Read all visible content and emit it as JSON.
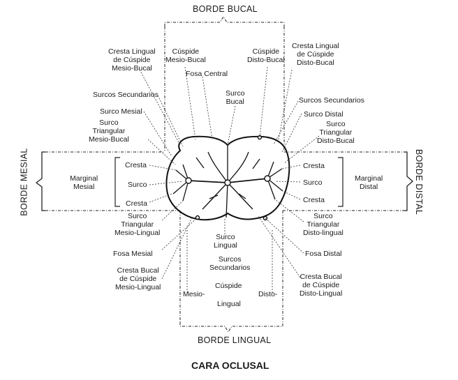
{
  "diagram": {
    "borders": {
      "top": "BORDE BUCAL",
      "bottom": "BORDE LINGUAL",
      "left": "BORDE MESIAL",
      "right": "BORDE DISTAL"
    },
    "caption": "CARA OCLUSAL",
    "labels": {
      "cresta_lingual_mb": "Cresta Lingual\nde Cúspide\nMesio-Bucal",
      "cuspide_mb": "Cúspide\nMesio-Bucal",
      "fosa_central": "Fosa Central",
      "cuspide_db": "Cúspide\nDisto-Bucal",
      "cresta_lingual_db": "Cresta Lingual\nde Cúspide\nDisto-Bucal",
      "surcos_sec_left": "Surcos Secundarios",
      "surco_bucal": "Surco\nBucal",
      "surcos_sec_right": "Surcos Secundarios",
      "surco_mesial": "Surco Mesial",
      "surco_distal": "Surco Distal",
      "surco_tri_mb": "Surco\nTriangular\nMesio-Bucal",
      "surco_tri_db": "Surco\nTriangular\nDisto-Bucal",
      "marginal_mesial": "Marginal\nMesial",
      "marginal_distal": "Marginal\nDistal",
      "cresta_l1": "Cresta",
      "surco_l": "Surco",
      "cresta_l2": "Cresta",
      "cresta_r1": "Cresta",
      "surco_r": "Surco",
      "cresta_r2": "Cresta",
      "surco_tri_ml": "Surco\nTriangular\nMesio-Lingual",
      "surco_tri_dl": "Surco\nTriangular\nDisto-lingual",
      "surco_lingual": "Surco\nLingual",
      "fosa_mesial": "Fosa Mesial",
      "fosa_distal": "Fosa Distal",
      "surcos_sec_bottom": "Surcos\nSecundarios",
      "cresta_bucal_ml": "Cresta Bucal\nde Cúspide\nMesio-Lingual",
      "cresta_bucal_dl": "Cresta Bucal\nde Cúspide\nDisto-Lingual",
      "cuspide_lingual": "Cúspide",
      "mesio": "Mesio-",
      "lingual": "Lingual",
      "disto": "Disto-"
    }
  }
}
